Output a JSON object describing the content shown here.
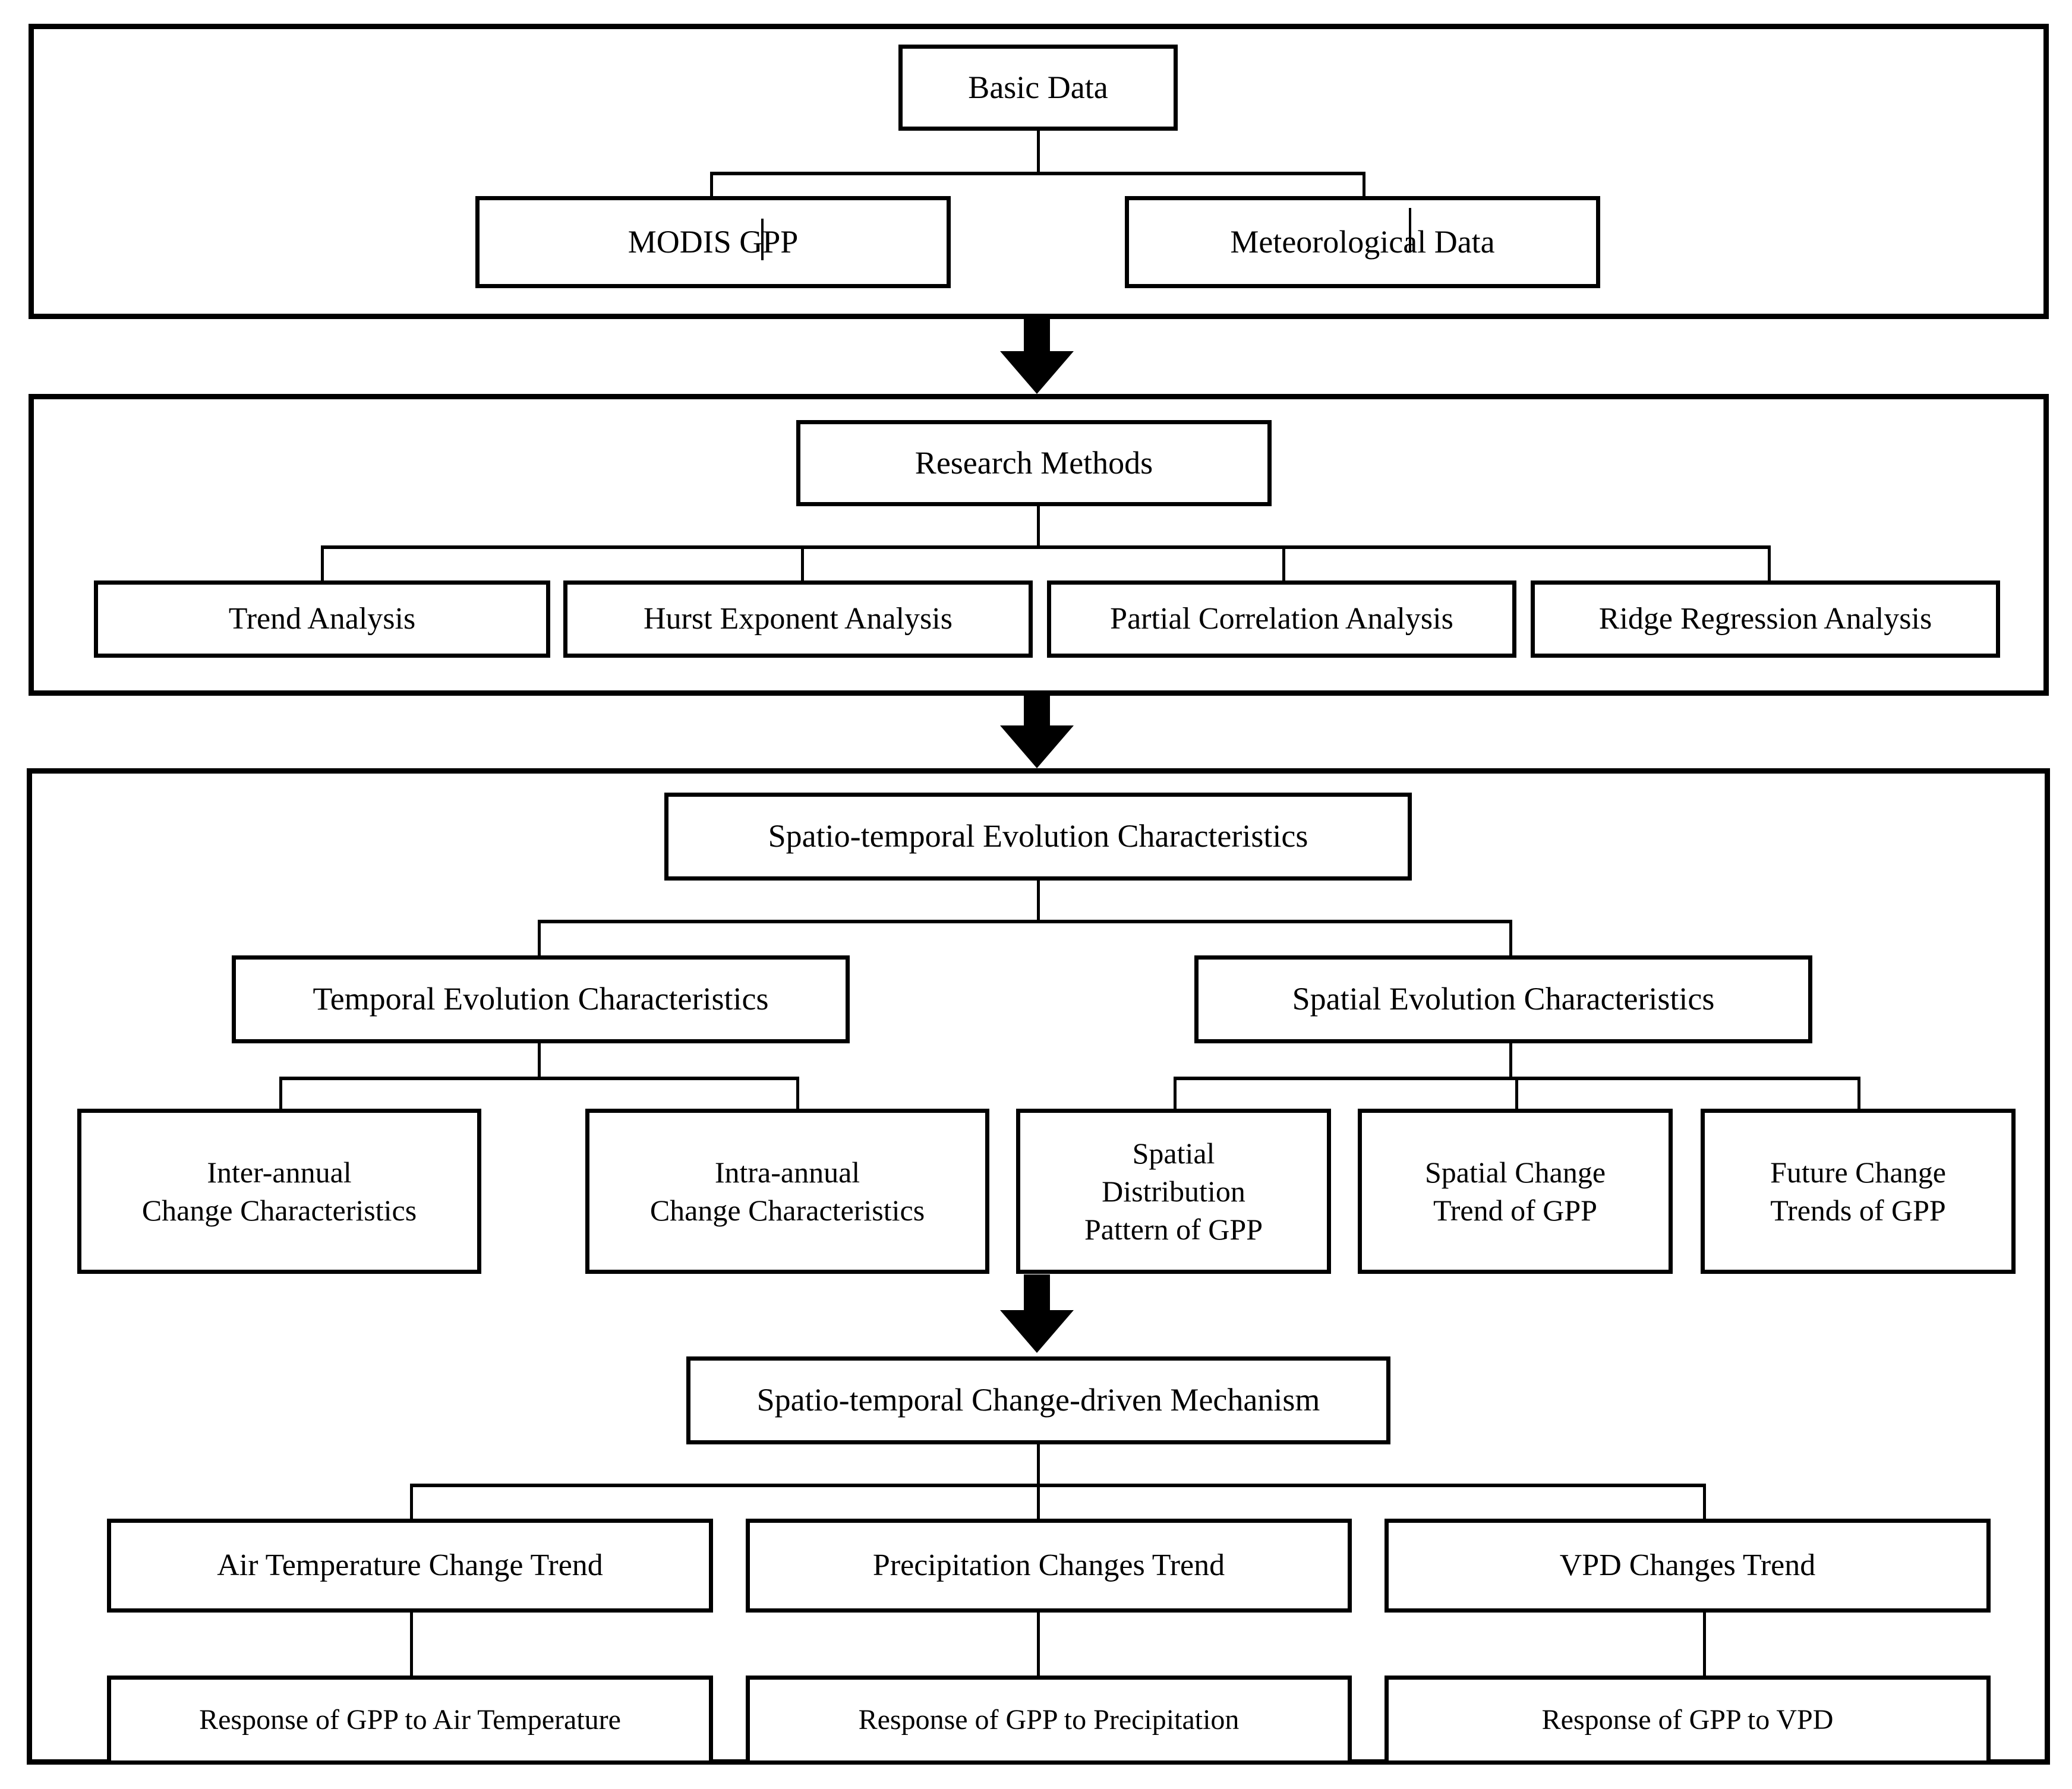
{
  "diagram": {
    "title": "Research Framework Flowchart",
    "type": "flowchart",
    "colors": {
      "line": "#000000",
      "box_fill": "#ffffff",
      "text": "#000000"
    },
    "sections": [
      {
        "id": "basic-data",
        "root": "Basic Data",
        "children": [
          "MODIS GPP",
          "Meteorological Data"
        ]
      },
      {
        "id": "research-methods",
        "root": "Research Methods",
        "children": [
          "Trend Analysis",
          "Hurst Exponent Analysis",
          "Partial Correlation Analysis",
          "Ridge Regression Analysis"
        ]
      },
      {
        "id": "spatio-temporal",
        "root": "Spatio-temporal Evolution Characteristics",
        "branch_temporal": {
          "label": "Temporal Evolution Characteristics",
          "children": [
            "Inter-annual\nChange Characteristics",
            "Intra-annual\nChange Characteristics"
          ]
        },
        "branch_spatial": {
          "label": "Spatial Evolution Characteristics",
          "children": [
            "Spatial\nDistribution\nPattern of GPP",
            "Spatial Change\nTrend of GPP",
            "Future Change\nTrends of GPP"
          ]
        },
        "mechanism": {
          "label": "Spatio-temporal Change-driven Mechanism",
          "drivers": [
            "Air Temperature Change Trend",
            "Precipitation Changes Trend",
            "VPD Changes Trend"
          ],
          "responses": [
            "Response of GPP to Air Temperature",
            "Response of GPP to Precipitation",
            "Response of GPP to VPD"
          ]
        }
      }
    ],
    "arrows": [
      {
        "name": "arrow-basic-to-methods",
        "direction": "down"
      },
      {
        "name": "arrow-methods-to-spatiotemporal",
        "direction": "down"
      },
      {
        "name": "arrow-characteristics-to-mechanism",
        "direction": "down"
      }
    ]
  }
}
